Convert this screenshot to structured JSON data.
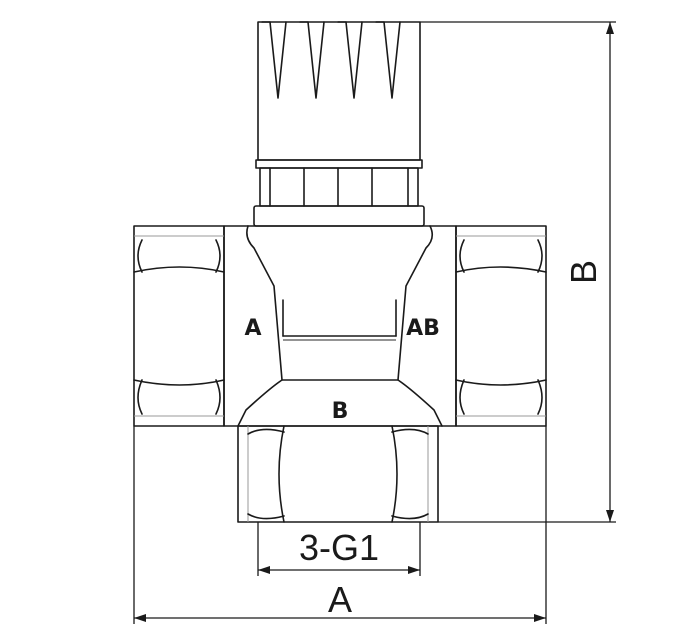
{
  "labels": {
    "port_a": "A",
    "port_ab": "AB",
    "port_b": "B",
    "thread": "3-G1",
    "dim_width": "A",
    "dim_height": "B"
  },
  "colors": {
    "line": "#1a1a1a",
    "background": "#ffffff"
  }
}
